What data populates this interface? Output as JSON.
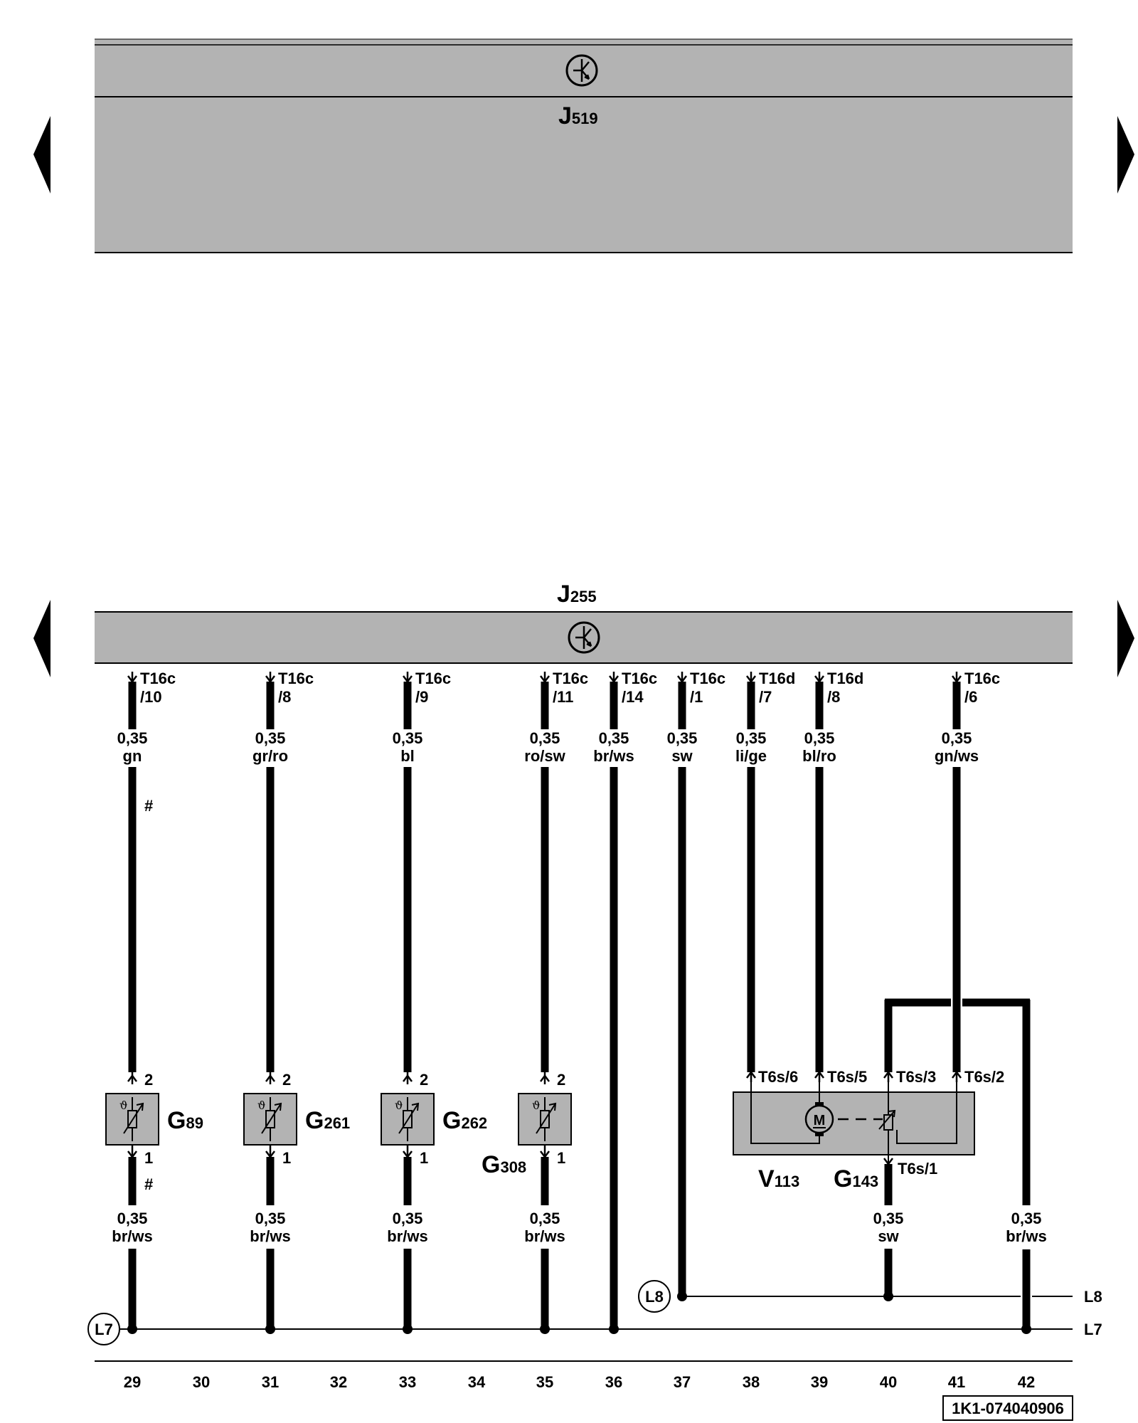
{
  "controls": {
    "top": {
      "name": "J",
      "sub": "519"
    },
    "bottom": {
      "name": "J",
      "sub": "255"
    }
  },
  "wires": [
    {
      "pin_a": "T16c",
      "pin_b": "/10",
      "size": "0,35",
      "color": "gn",
      "hash": "#",
      "col": "29"
    },
    {
      "pin_a": "T16c",
      "pin_b": "/8",
      "size": "0,35",
      "color": "gr/ro",
      "col": "31"
    },
    {
      "pin_a": "T16c",
      "pin_b": "/9",
      "size": "0,35",
      "color": "bl",
      "col": "33"
    },
    {
      "pin_a": "T16c",
      "pin_b": "/11",
      "size": "0,35",
      "color": "ro/sw",
      "col": "35"
    },
    {
      "pin_a": "T16c",
      "pin_b": "/14",
      "size": "0,35",
      "color": "br/ws",
      "col": "36"
    },
    {
      "pin_a": "T16c",
      "pin_b": "/1",
      "size": "0,35",
      "color": "sw",
      "col": "37"
    },
    {
      "pin_a": "T16d",
      "pin_b": "/7",
      "size": "0,35",
      "color": "li/ge",
      "col": "38"
    },
    {
      "pin_a": "T16d",
      "pin_b": "/8",
      "size": "0,35",
      "color": "bl/ro",
      "col": "39"
    },
    {
      "pin_a": "T16c",
      "pin_b": "/6",
      "size": "0,35",
      "color": "gn/ws",
      "col": "41"
    }
  ],
  "sensors": [
    {
      "name": "G",
      "sub": "89",
      "pin_top": "2",
      "pin_bottom": "1",
      "size": "0,35",
      "color": "br/ws",
      "hash": "#"
    },
    {
      "name": "G",
      "sub": "261",
      "pin_top": "2",
      "pin_bottom": "1",
      "size": "0,35",
      "color": "br/ws"
    },
    {
      "name": "G",
      "sub": "262",
      "pin_top": "2",
      "pin_bottom": "1",
      "size": "0,35",
      "color": "br/ws"
    },
    {
      "name": "G",
      "sub": "308",
      "pin_top": "2",
      "pin_bottom": "1",
      "size": "0,35",
      "color": "br/ws"
    }
  ],
  "motor": {
    "motor_name": "V",
    "motor_sub": "113",
    "pot_name": "G",
    "pot_sub": "143",
    "motor_symbol": "M",
    "pins": [
      "T6s/6",
      "T6s/5",
      "T6s/3",
      "T6s/2"
    ],
    "pin_bottom": "T6s/1",
    "wire_sw_size": "0,35",
    "wire_sw_color": "sw",
    "wire_brws_size": "0,35",
    "wire_brws_color": "br/ws"
  },
  "buses": {
    "l8": "L8",
    "l7": "L7"
  },
  "columns": [
    "29",
    "30",
    "31",
    "32",
    "33",
    "34",
    "35",
    "36",
    "37",
    "38",
    "39",
    "40",
    "41",
    "42"
  ],
  "doc_id": "1K1-074040906",
  "icons": [
    "nav-left-arrow-icon",
    "nav-right-arrow-icon",
    "control-unit-symbol-icon",
    "ground-bus-label-icon",
    "thermistor-icon",
    "motor-icon"
  ],
  "colors": {
    "module_fill": "#b3b3b3",
    "line": "#000000"
  }
}
